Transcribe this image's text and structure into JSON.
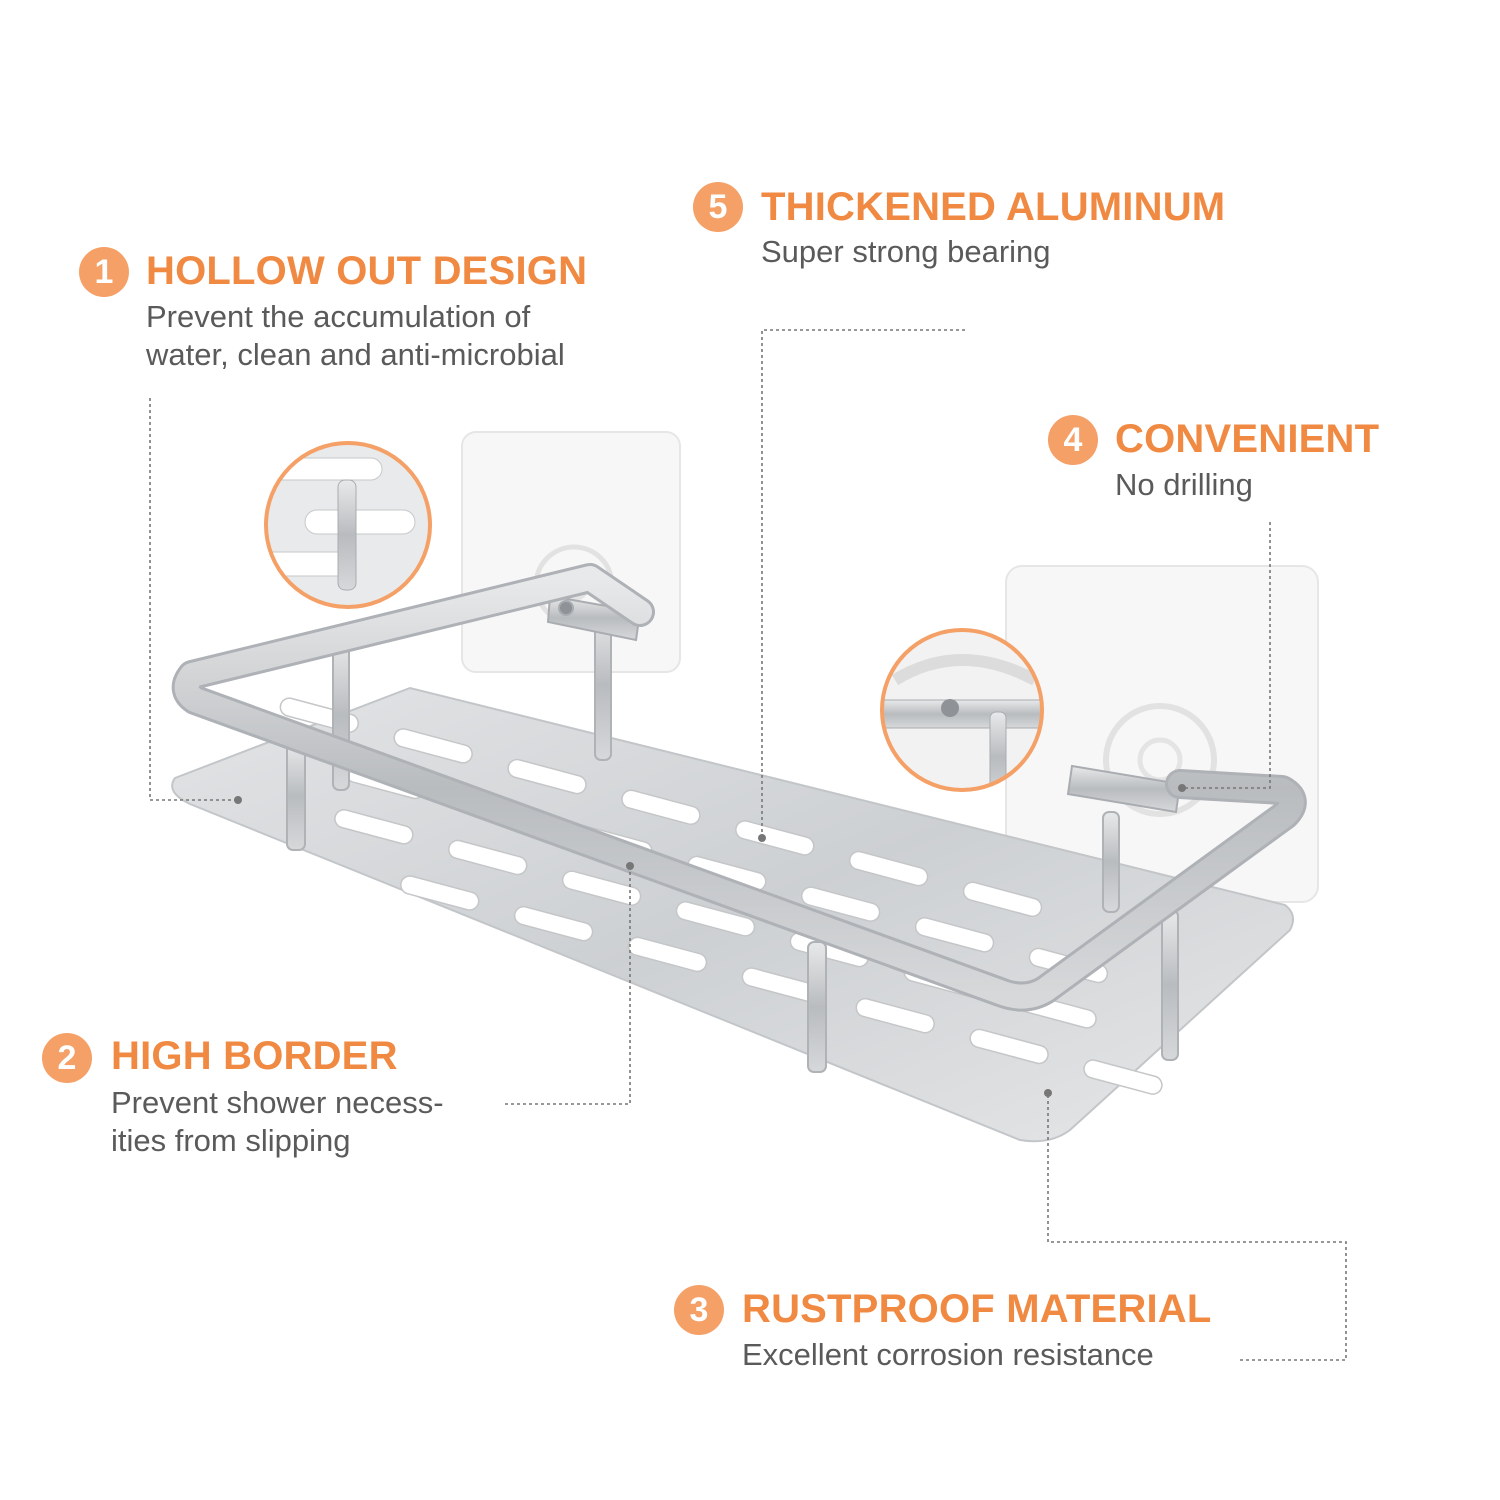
{
  "colors": {
    "accent": "#f4a066",
    "title": "#f08a43",
    "text": "#5a5a5a",
    "metal": "#cfd1d3",
    "pad": "#f7f7f7"
  },
  "callouts": [
    {
      "number": "1",
      "title": "HOLLOW OUT DESIGN",
      "desc": [
        "Prevent the accumulation of",
        "water, clean and anti-microbial"
      ]
    },
    {
      "number": "2",
      "title": "HIGH BORDER",
      "desc": [
        "Prevent shower necess-",
        "ities from slipping"
      ]
    },
    {
      "number": "3",
      "title": "RUSTPROOF MATERIAL",
      "desc": [
        "Excellent corrosion resistance"
      ]
    },
    {
      "number": "4",
      "title": "CONVENIENT",
      "desc": [
        "No drilling"
      ]
    },
    {
      "number": "5",
      "title": "THICKENED ALUMINUM",
      "desc": [
        "Super strong bearing"
      ]
    }
  ]
}
